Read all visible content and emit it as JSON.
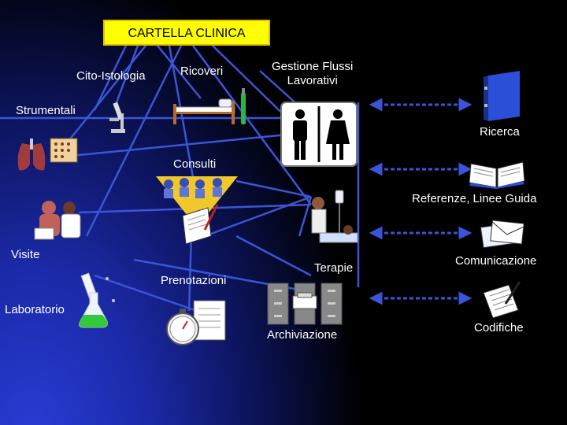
{
  "title": "CARTELLA CLINICA",
  "left_nodes": {
    "cito_istologia": "Cito-Istologia",
    "ricoveri": "Ricoveri",
    "gestione_flussi": "Gestione Flussi\nLavorativi",
    "strumentali": "Strumentali",
    "consulti": "Consulti",
    "visite": "Visite",
    "prenotazioni": "Prenotazioni",
    "terapie": "Terapie",
    "laboratorio": "Laboratorio",
    "archiviazione": "Archiviazione"
  },
  "right_nodes": {
    "ricerca": "Ricerca",
    "referenze": "Referenze, Linee Guida",
    "comunicazione": "Comunicazione",
    "codifiche": "Codifiche"
  },
  "colors": {
    "link_line": "#3a55d8",
    "arrow": "#3a55d8",
    "title_bg": "#ffff00",
    "background_glow": "#1b2aa8"
  },
  "icons": [
    "binder-icon",
    "book-icon",
    "mail-icon",
    "notes-icon",
    "restroom-icon",
    "microscope-icon",
    "hospital-bed-icon",
    "lungs-xray-icon",
    "meeting-icon",
    "doctor-patient-icon",
    "therapy-icon",
    "lab-flask-icon",
    "timer-notebook-icon",
    "file-cabinet-icon"
  ]
}
